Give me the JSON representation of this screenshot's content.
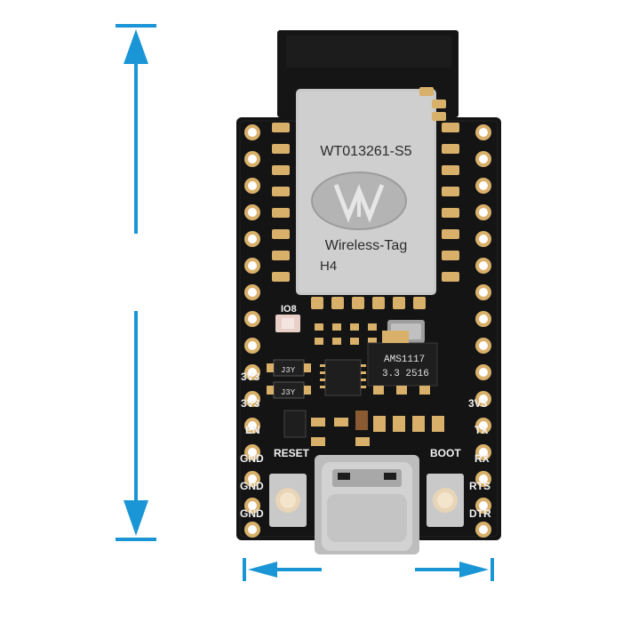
{
  "image": {
    "subject": "ESP32 development board with USB-C connector and dimension arrows",
    "colors": {
      "background": "#ffffff",
      "pcb": "#141414",
      "arrow": "#1a96d6",
      "shield": "#c9c9c9",
      "gold": "#d8b06a",
      "silkscreen": "#f2f2f2"
    }
  },
  "module": {
    "part_number": "WT013261-S5",
    "brand": "Wireless-Tag",
    "variant": "H4",
    "logo_icon": "wt-logo-icon"
  },
  "regulator": {
    "name": "AMS1117",
    "line2": "3.3  2516"
  },
  "silkscreen": {
    "io_label": "IO8",
    "reset_label": "RESET",
    "boot_label": "BOOT",
    "left_pins": [
      "3V3",
      "3V3",
      "EN",
      "GND",
      "GND",
      "GND"
    ],
    "right_pins": [
      "3V3",
      "TX",
      "RX",
      "RTS",
      "DTR"
    ],
    "diode_mark": "J3Y"
  },
  "dimension_arrows": {
    "vertical_icon": "vertical-dimension-arrow-icon",
    "horizontal_icon": "horizontal-dimension-arrow-icon"
  }
}
